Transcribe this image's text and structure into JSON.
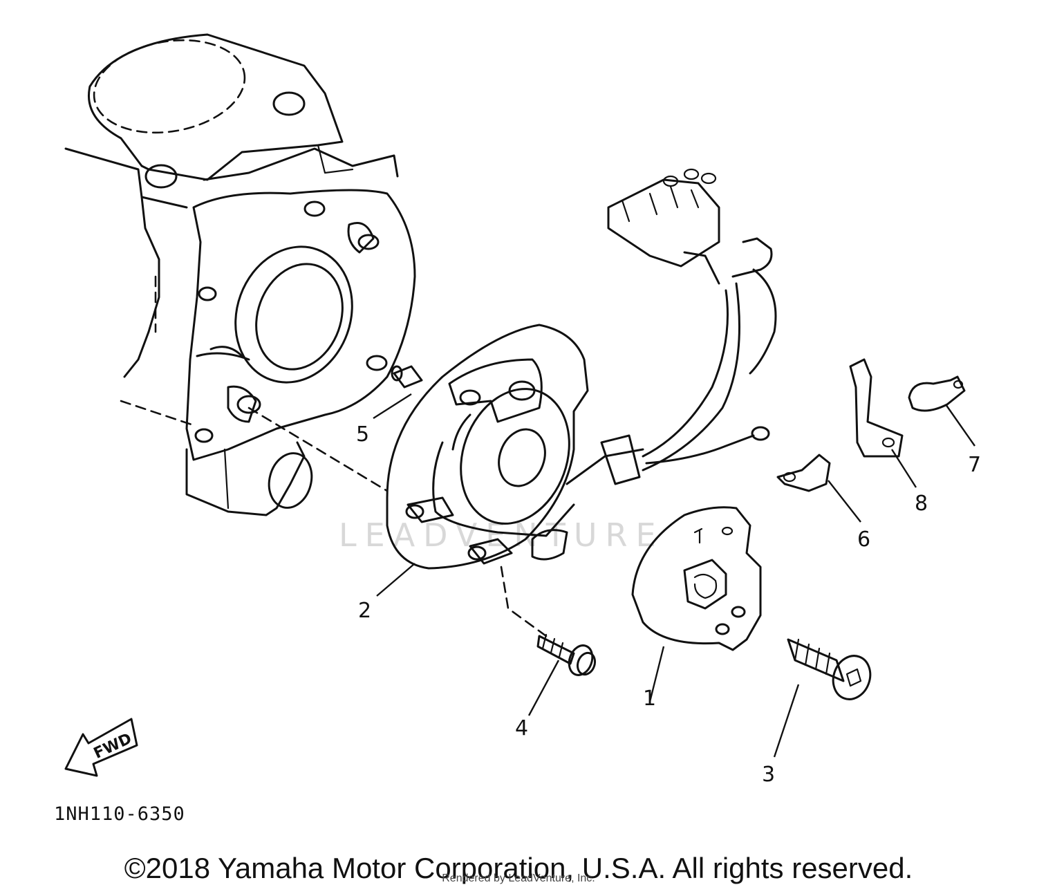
{
  "diagram": {
    "figure_code": "1NH110-6350",
    "direction_label": "FWD",
    "watermark": "LEADVENTURE",
    "callouts": [
      {
        "id": "1",
        "label": "1"
      },
      {
        "id": "2",
        "label": "2"
      },
      {
        "id": "3",
        "label": "3"
      },
      {
        "id": "4",
        "label": "4"
      },
      {
        "id": "5",
        "label": "5"
      },
      {
        "id": "6",
        "label": "6"
      },
      {
        "id": "7",
        "label": "7"
      },
      {
        "id": "8",
        "label": "8"
      }
    ]
  },
  "footer": {
    "copyright": "©2018 Yamaha Motor Corporation, U.S.A. All rights reserved.",
    "rendered_by": "Rendered by LeadVenture, Inc."
  }
}
